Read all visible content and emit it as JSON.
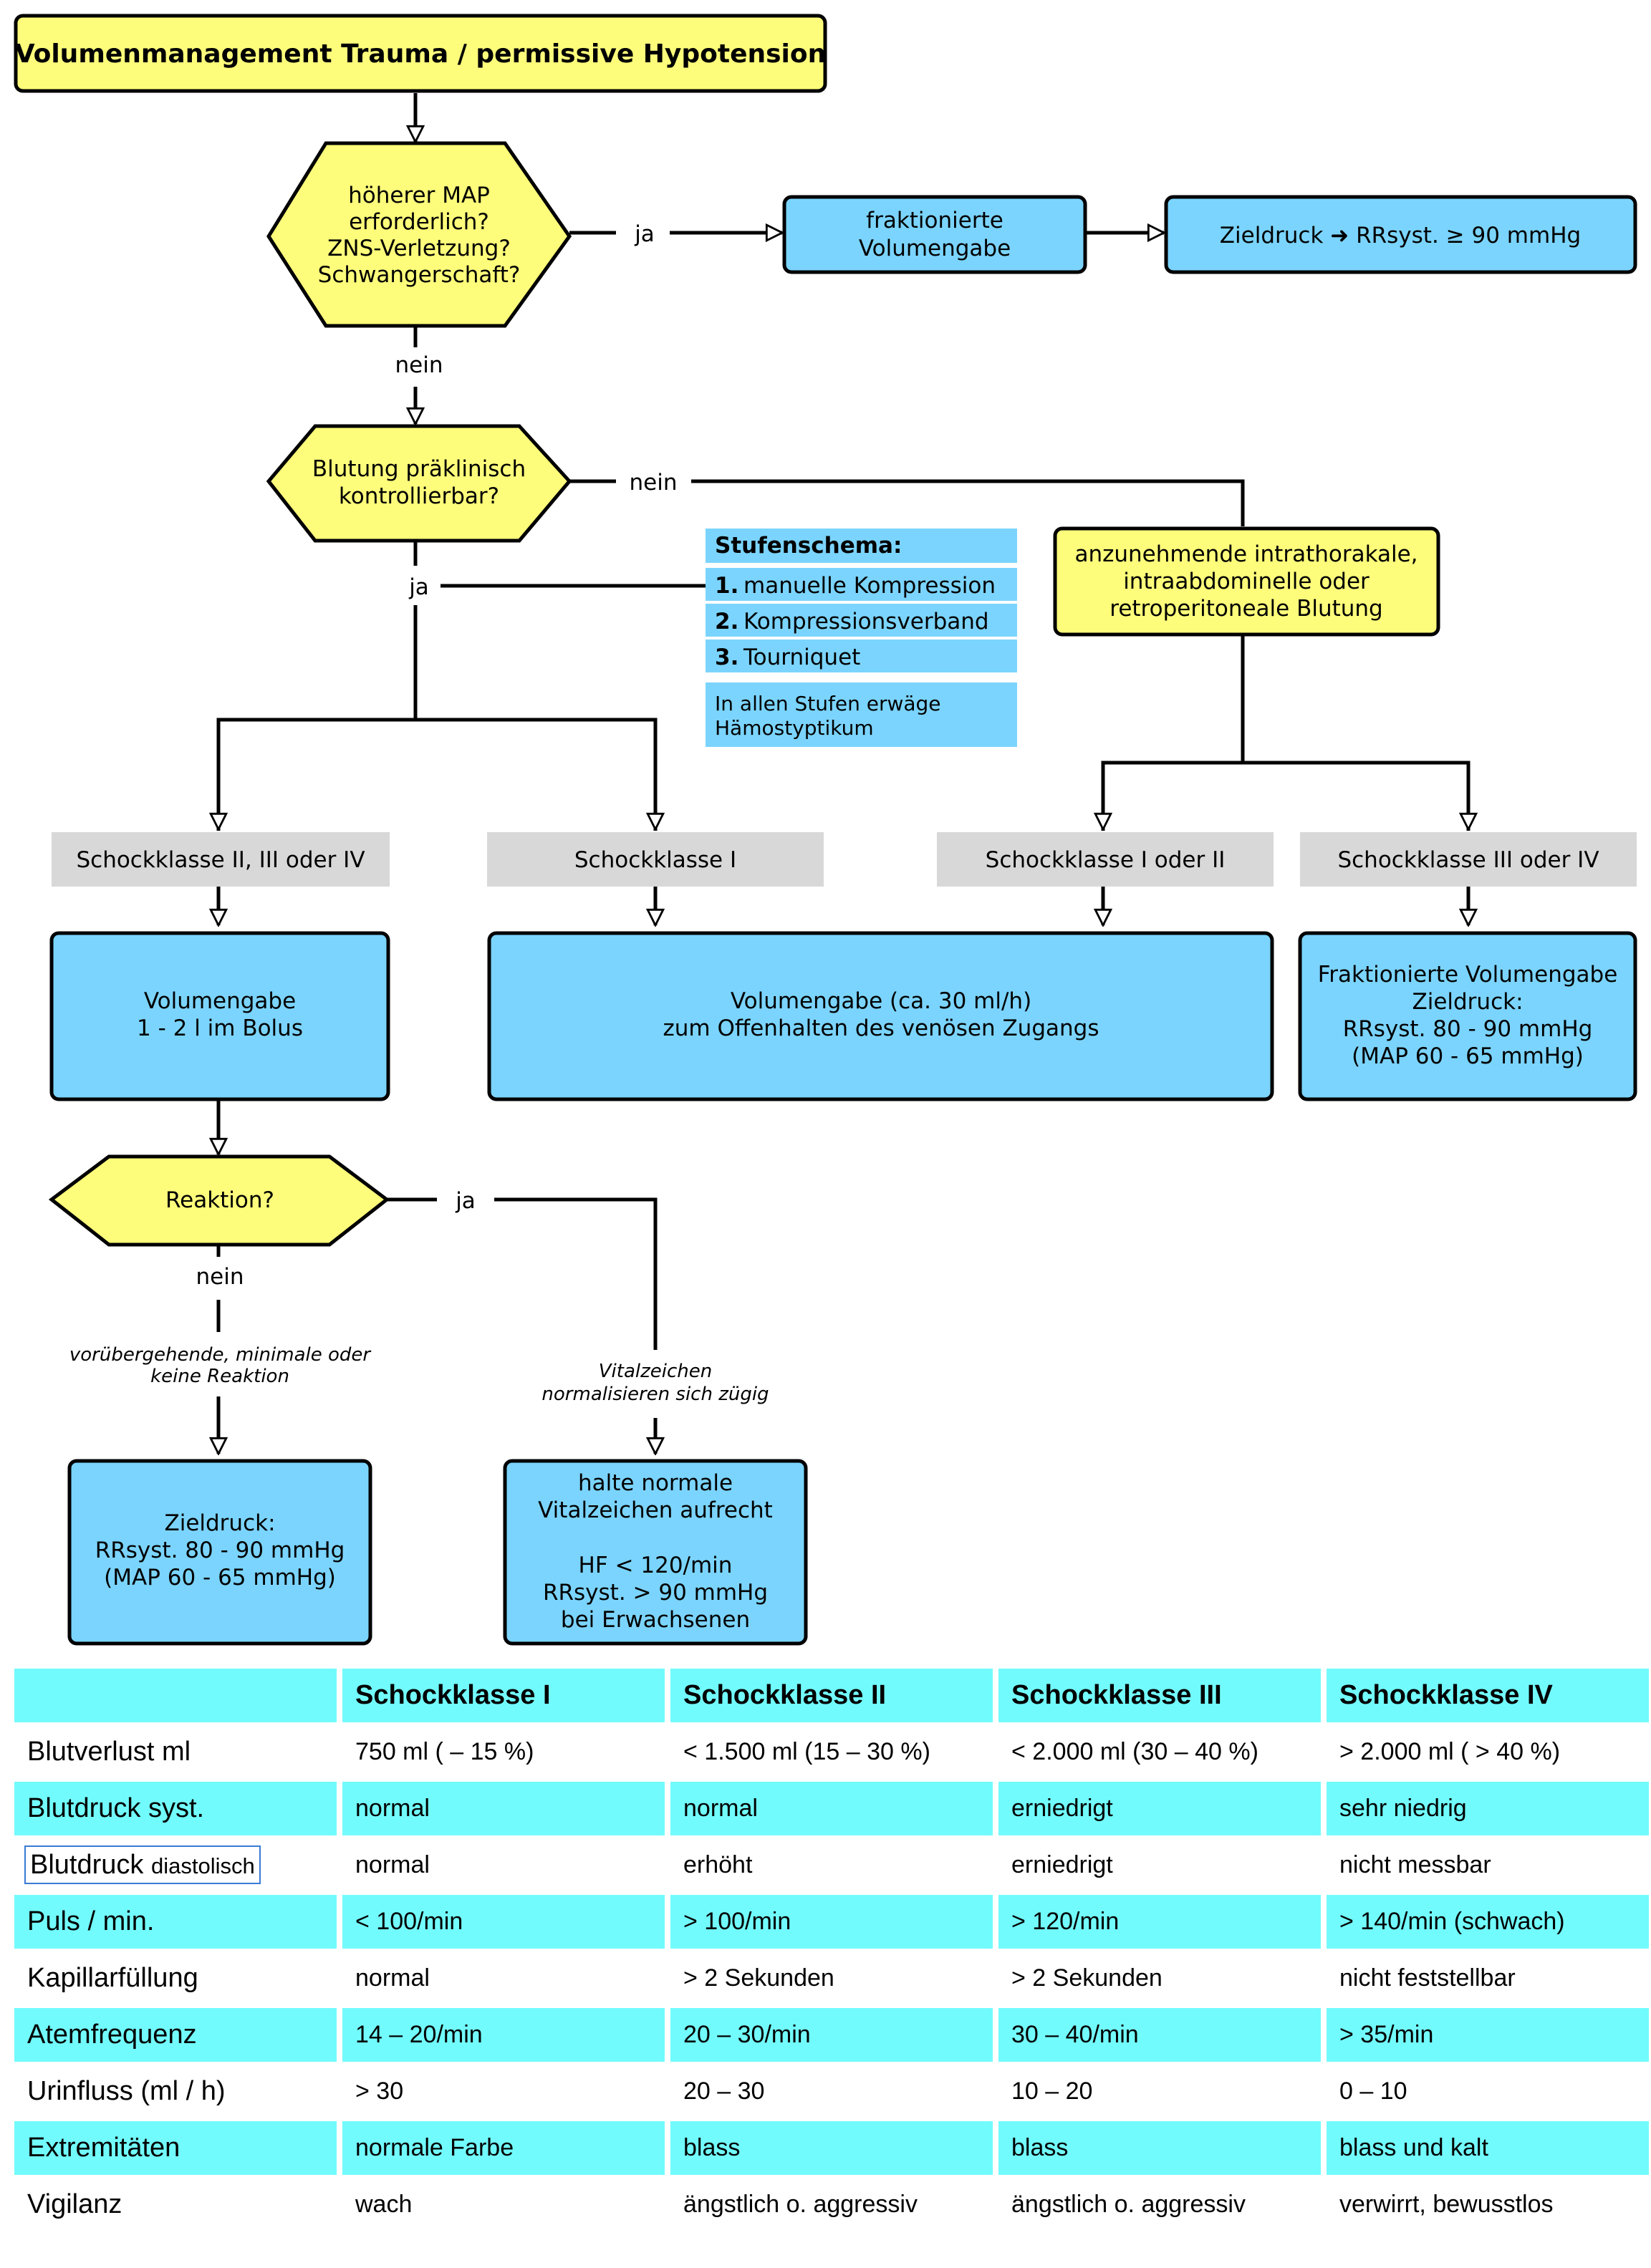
{
  "flow": {
    "title": "Volumenmanagement Trauma / permissive Hypotension",
    "decision1": [
      "höherer MAP",
      "erforderlich?",
      "ZNS-Verletzung?",
      "Schwangerschaft?"
    ],
    "ja1": "ja",
    "fractional_box": [
      "fraktionierte",
      "Volumengabe"
    ],
    "target_box": "Zieldruck ➜ RRsyst. ≥ 90 mmHg",
    "nein1": "nein",
    "decision2": [
      "Blutung präklinisch",
      "kontrollierbar?"
    ],
    "nein2": "nein",
    "ja2": "ja",
    "stufenschema": {
      "title": "Stufenschema:",
      "steps": [
        {
          "num": "1.",
          "text": "manuelle Kompression"
        },
        {
          "num": "2.",
          "text": "Kompressionsverband"
        },
        {
          "num": "3.",
          "text": "Tourniquet"
        }
      ],
      "note": [
        "In allen Stufen erwäge",
        "Hämostyptikum"
      ]
    },
    "bleeding_box": [
      "anzunehmende intrathorakale,",
      "intraabdominelle oder",
      "retroperitoneale Blutung"
    ],
    "class_labels": [
      "Schockklasse II, III oder IV",
      "Schockklasse I",
      "Schockklasse I oder II",
      "Schockklasse III oder IV"
    ],
    "bolus_box": [
      "Volumengabe",
      "1 - 2 l im Bolus"
    ],
    "keep_open_box": [
      "Volumengabe (ca. 30 ml/h)",
      "zum Offenhalten des venösen Zugangs"
    ],
    "fractional_target_box": [
      "Fraktionierte Volumengabe",
      "Zieldruck:",
      "RRsyst. 80 - 90 mmHg",
      "(MAP 60 - 65 mmHg)"
    ],
    "reaction_decision": "Reaktion?",
    "ja3": "ja",
    "nein3": "nein",
    "no_reaction_note": [
      "vorübergehende, minimale oder",
      "keine Reaktion"
    ],
    "normalize_note": [
      "Vitalzeichen",
      "normalisieren sich zügig"
    ],
    "target_box2": [
      "Zieldruck:",
      "RRsyst. 80 - 90 mmHg",
      "(MAP 60 - 65 mmHg)"
    ],
    "maintain_box": [
      "halte normale",
      "Vitalzeichen aufrecht",
      "",
      "HF < 120/min",
      "RRsyst. > 90 mmHg",
      "bei Erwachsenen"
    ]
  },
  "table": {
    "headers": [
      "Schockklasse I",
      "Schockklasse II",
      "Schockklasse III",
      "Schockklasse IV"
    ],
    "rows": [
      {
        "label": "Blutverlust ml",
        "values": [
          "750 ml ( – 15 %)",
          "< 1.500 ml (15 – 30 %)",
          "< 2.000 ml (30 – 40 %)",
          "> 2.000 ml ( > 40 %)"
        ]
      },
      {
        "label": "Blutdruck syst.",
        "values": [
          "normal",
          "normal",
          "erniedrigt",
          "sehr niedrig"
        ]
      },
      {
        "label": "Blutdruck",
        "label_small": "diastolisch",
        "values": [
          "normal",
          "erhöht",
          "erniedrigt",
          "nicht messbar"
        ]
      },
      {
        "label": "Puls / min.",
        "values": [
          "< 100/min",
          "> 100/min",
          "> 120/min",
          "> 140/min (schwach)"
        ]
      },
      {
        "label": "Kapillarfüllung",
        "values": [
          "normal",
          "> 2 Sekunden",
          "> 2 Sekunden",
          "nicht feststellbar"
        ]
      },
      {
        "label": "Atemfrequenz",
        "values": [
          "14 – 20/min",
          "20 – 30/min",
          "30 – 40/min",
          "> 35/min"
        ]
      },
      {
        "label": "Urinfluss (ml / h)",
        "values": [
          "> 30",
          "20 – 30",
          "10 – 20",
          "0 – 10"
        ]
      },
      {
        "label": "Extremitäten",
        "values": [
          "normale Farbe",
          "blass",
          "blass",
          "blass und kalt"
        ]
      },
      {
        "label": "Vigilanz",
        "values": [
          "wach",
          "ängstlich o. aggressiv",
          "ängstlich o. aggressiv",
          "verwirrt, bewusstlos"
        ]
      }
    ]
  },
  "colors": {
    "yellow": "#fefd7b",
    "blue": "#7bd4fd",
    "gray": "#d8d8d8",
    "cyan": "#72fbfd"
  }
}
